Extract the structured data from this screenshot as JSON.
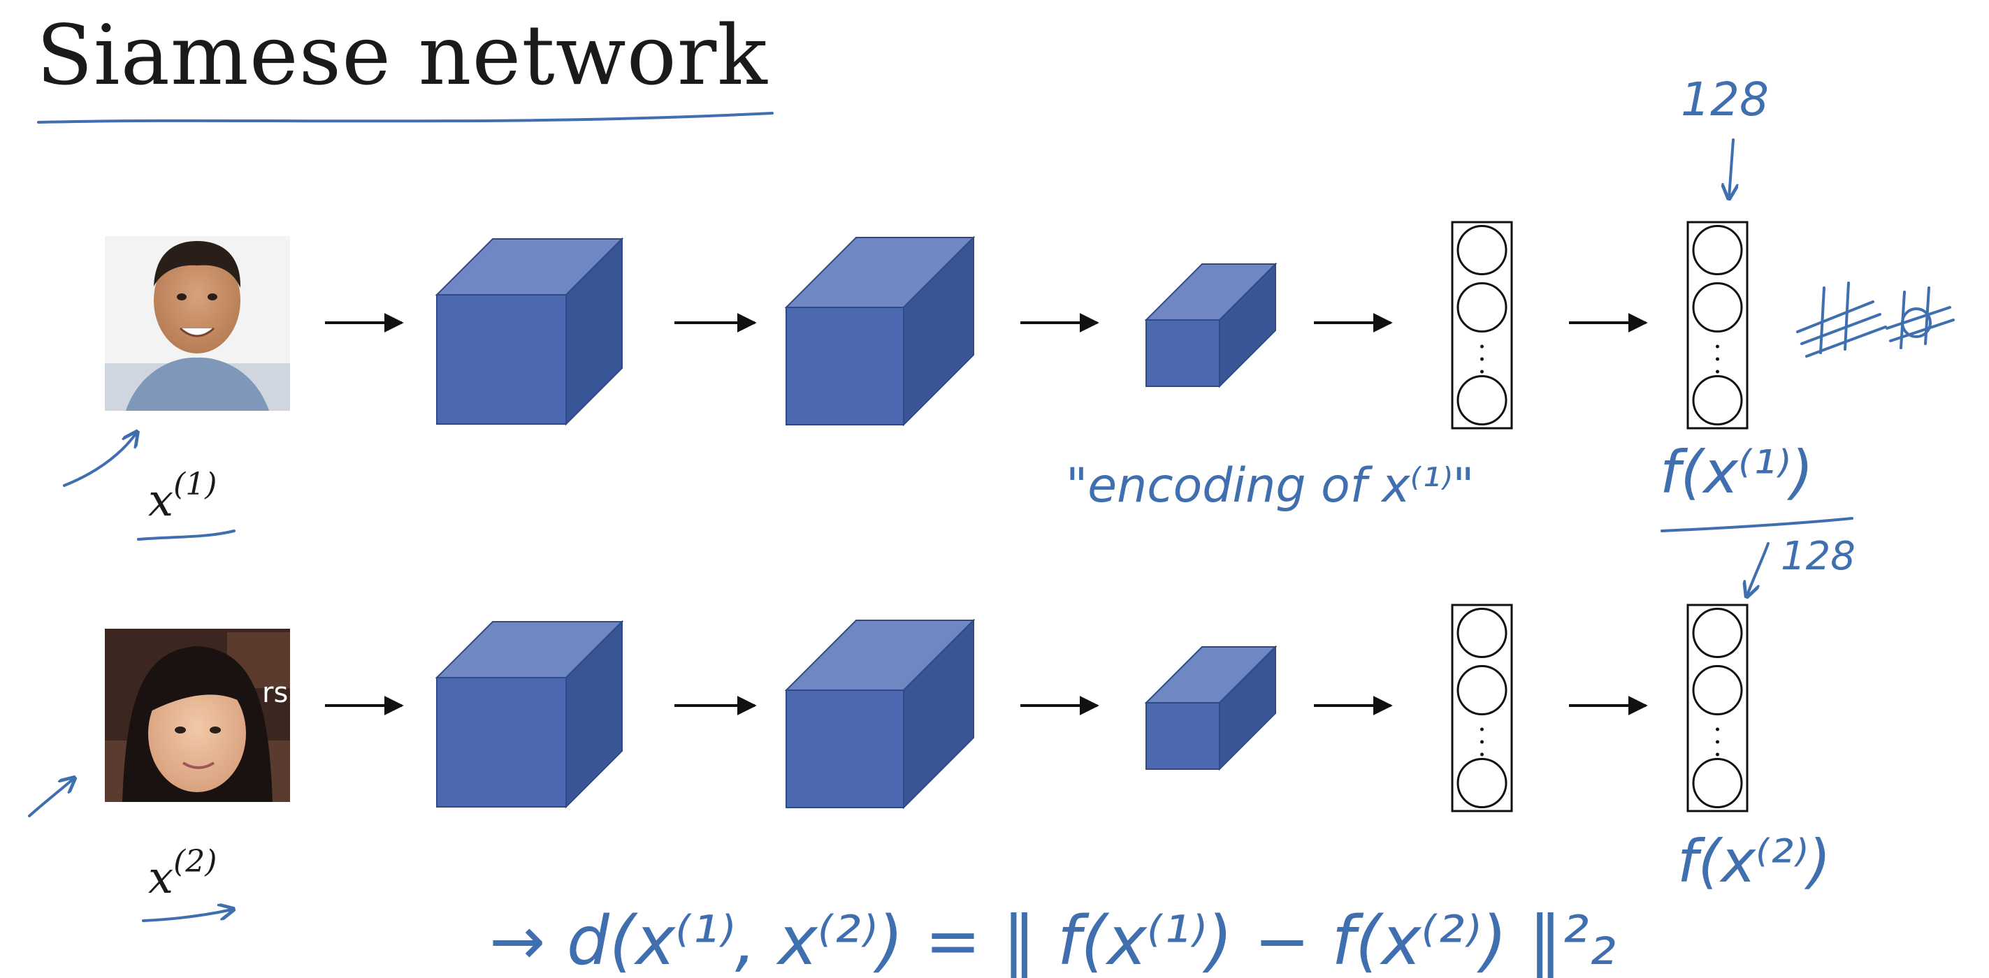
{
  "title": "Siamese network",
  "inputs": [
    {
      "symbol": "x",
      "superscript": "(1)"
    },
    {
      "symbol": "x",
      "superscript": "(2)"
    }
  ],
  "annotations": {
    "dim_top": "128",
    "dim_bottom": "128",
    "encoding_note": "\"encoding of x⁽¹⁾\"",
    "f_top": "f(x⁽¹⁾)",
    "f_bottom": "f(x⁽²⁾)",
    "distance": "→ d(x⁽¹⁾, x⁽²⁾) = ‖ f(x⁽¹⁾) − f(x⁽²⁾) ‖²₂"
  },
  "colors": {
    "block_front": "#4b68b0",
    "block_top": "#6f88c4",
    "block_side": "#3a5596",
    "ink": "#3f6fae",
    "text": "#1a1a1a"
  }
}
